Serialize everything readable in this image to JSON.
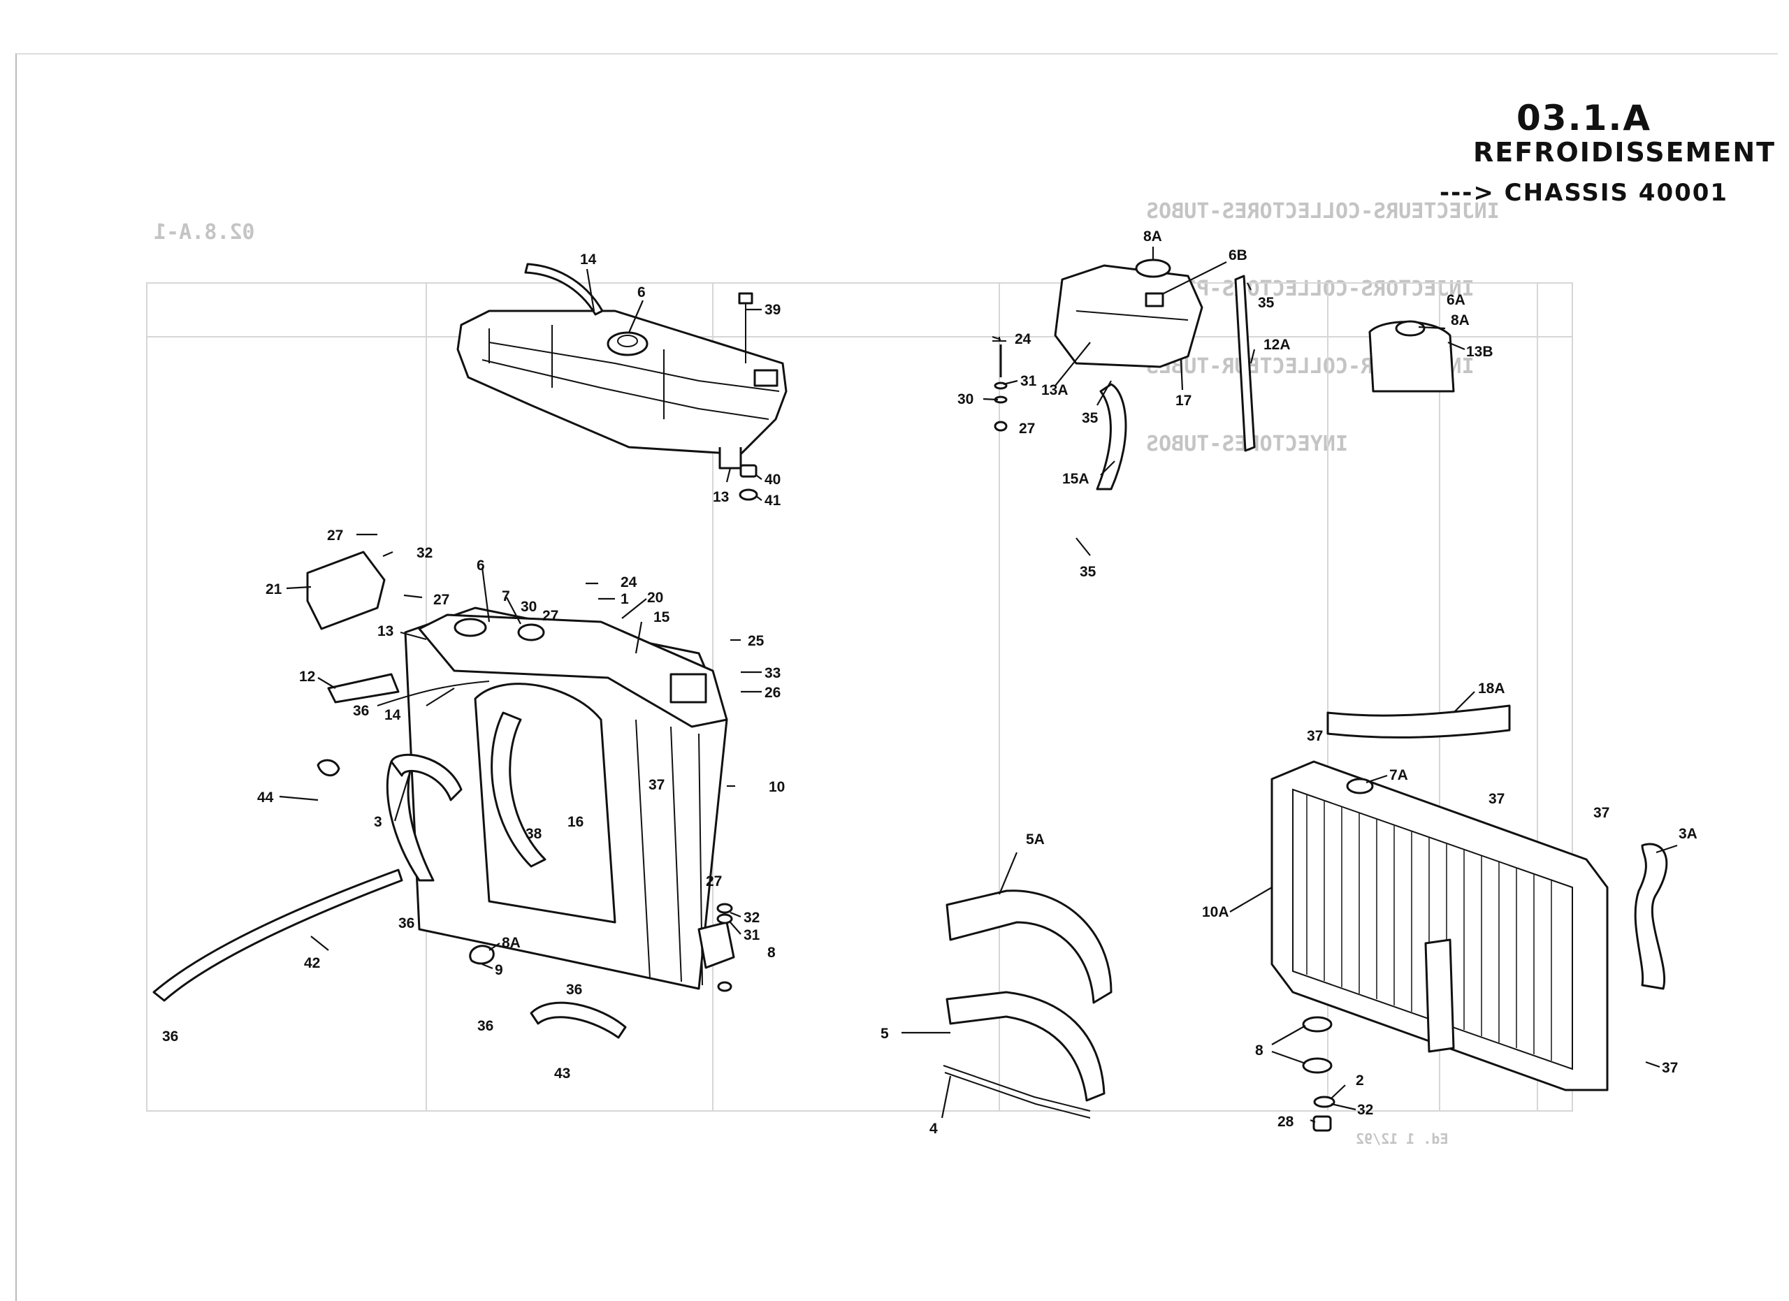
{
  "header": {
    "sheet_code": "03.1.A",
    "section_title": "REFROIDISSEMENT",
    "chassis_note": "---> CHASSIS 40001"
  },
  "bleed_through": {
    "titles": [
      "INJECTEURS-COLLECTORES-TUBOS",
      "INJECTORS-COLLECTORS-PIPES",
      "INJECTEUR-COLLECTEUR-TUBES",
      "INYECTORES-TUBOS"
    ],
    "page_code": "02.8.A-1",
    "footer": "Ed. 1 12/92"
  },
  "callouts": [
    {
      "id": "c-14a",
      "label": "14"
    },
    {
      "id": "c-6a",
      "label": "6"
    },
    {
      "id": "c-39",
      "label": "39"
    },
    {
      "id": "c-24a",
      "label": "24"
    },
    {
      "id": "c-31a",
      "label": "31"
    },
    {
      "id": "c-30a",
      "label": "30"
    },
    {
      "id": "c-27a",
      "label": "27"
    },
    {
      "id": "c-40",
      "label": "40"
    },
    {
      "id": "c-13a",
      "label": "13"
    },
    {
      "id": "c-41",
      "label": "41"
    },
    {
      "id": "c-8A-top",
      "label": "8A"
    },
    {
      "id": "c-6B",
      "label": "6B"
    },
    {
      "id": "c-35a",
      "label": "35"
    },
    {
      "id": "c-12A",
      "label": "12A"
    },
    {
      "id": "c-13A",
      "label": "13A"
    },
    {
      "id": "c-17",
      "label": "17"
    },
    {
      "id": "c-35b",
      "label": "35"
    },
    {
      "id": "c-15A",
      "label": "15A"
    },
    {
      "id": "c-35c",
      "label": "35"
    },
    {
      "id": "c-6Ar",
      "label": "6A"
    },
    {
      "id": "c-8Ar",
      "label": "8A"
    },
    {
      "id": "c-13B",
      "label": "13B"
    },
    {
      "id": "c-27b",
      "label": "27"
    },
    {
      "id": "c-32a",
      "label": "32"
    },
    {
      "id": "c-21",
      "label": "21"
    },
    {
      "id": "c-27c",
      "label": "27"
    },
    {
      "id": "c-6b",
      "label": "6"
    },
    {
      "id": "c-24b",
      "label": "24"
    },
    {
      "id": "c-1",
      "label": "1"
    },
    {
      "id": "c-7",
      "label": "7"
    },
    {
      "id": "c-30b",
      "label": "30"
    },
    {
      "id": "c-27d",
      "label": "27"
    },
    {
      "id": "c-20",
      "label": "20"
    },
    {
      "id": "c-15",
      "label": "15"
    },
    {
      "id": "c-13b",
      "label": "13"
    },
    {
      "id": "c-25",
      "label": "25"
    },
    {
      "id": "c-33",
      "label": "33"
    },
    {
      "id": "c-26",
      "label": "26"
    },
    {
      "id": "c-12",
      "label": "12"
    },
    {
      "id": "c-36a",
      "label": "36"
    },
    {
      "id": "c-14b",
      "label": "14"
    },
    {
      "id": "c-44",
      "label": "44"
    },
    {
      "id": "c-3",
      "label": "3"
    },
    {
      "id": "c-38",
      "label": "38"
    },
    {
      "id": "c-16",
      "label": "16"
    },
    {
      "id": "c-37a",
      "label": "37"
    },
    {
      "id": "c-10",
      "label": "10"
    },
    {
      "id": "c-36b",
      "label": "36"
    },
    {
      "id": "c-42",
      "label": "42"
    },
    {
      "id": "c-8A-low",
      "label": "8A"
    },
    {
      "id": "c-9",
      "label": "9"
    },
    {
      "id": "c-27e",
      "label": "27"
    },
    {
      "id": "c-32b",
      "label": "32"
    },
    {
      "id": "c-31b",
      "label": "31"
    },
    {
      "id": "c-8a",
      "label": "8"
    },
    {
      "id": "c-36c",
      "label": "36"
    },
    {
      "id": "c-36d",
      "label": "36"
    },
    {
      "id": "c-36e",
      "label": "36"
    },
    {
      "id": "c-43",
      "label": "43"
    },
    {
      "id": "c-5A",
      "label": "5A"
    },
    {
      "id": "c-5",
      "label": "5"
    },
    {
      "id": "c-4",
      "label": "4"
    },
    {
      "id": "c-37b",
      "label": "37"
    },
    {
      "id": "c-18A",
      "label": "18A"
    },
    {
      "id": "c-7A",
      "label": "7A"
    },
    {
      "id": "c-37c",
      "label": "37"
    },
    {
      "id": "c-37d",
      "label": "37"
    },
    {
      "id": "c-3A",
      "label": "3A"
    },
    {
      "id": "c-10A",
      "label": "10A"
    },
    {
      "id": "c-8b",
      "label": "8"
    },
    {
      "id": "c-2",
      "label": "2"
    },
    {
      "id": "c-32c",
      "label": "32"
    },
    {
      "id": "c-28",
      "label": "28"
    },
    {
      "id": "c-37e",
      "label": "37"
    }
  ]
}
